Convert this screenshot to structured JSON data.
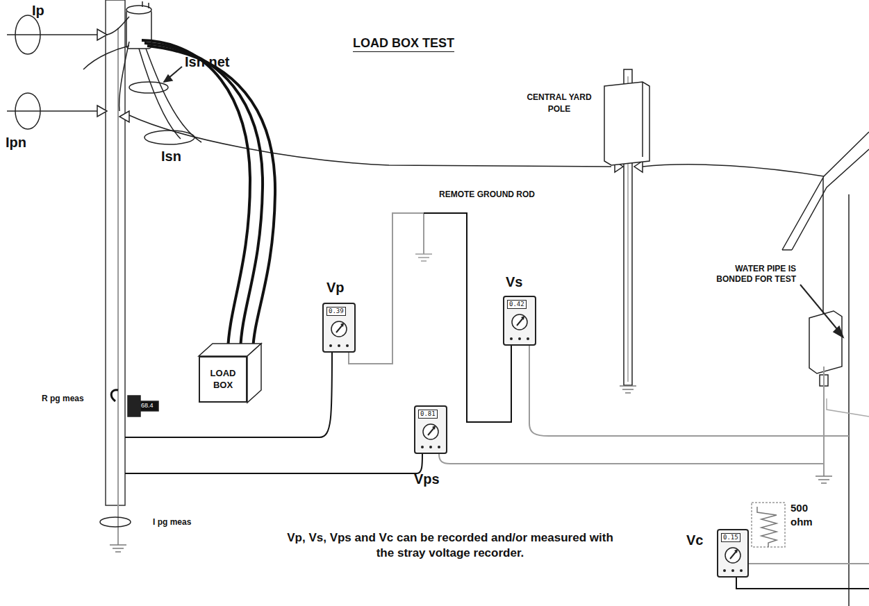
{
  "diagram": {
    "title": "LOAD BOX TEST",
    "caption": "Vp, Vs, Vps and Vc can be recorded and/or measured with the stray voltage recorder.",
    "nodes": [
      {
        "text": [
          "LOAD BOX"
        ]
      },
      {
        "text": [
          "Vp",
          "0.39"
        ]
      },
      {
        "text": [
          "Vs",
          "0.42"
        ]
      },
      {
        "text": [
          "0.81",
          "Vps"
        ]
      },
      {
        "text": [
          "Vc",
          "0.15"
        ]
      }
    ],
    "edges": [
      {
        "from": 1,
        "to": 2,
        "arrow": "none"
      }
    ],
    "labels": [
      "Ip",
      "Isn net",
      "Ipn",
      "Isn",
      "CENTRAL YARD POLE",
      "REMOTE GROUND ROD",
      "WATER PIPE IS BONDED FOR TEST",
      "R pg meas",
      "68.4",
      "I pg meas",
      "500 ohm"
    ]
  }
}
